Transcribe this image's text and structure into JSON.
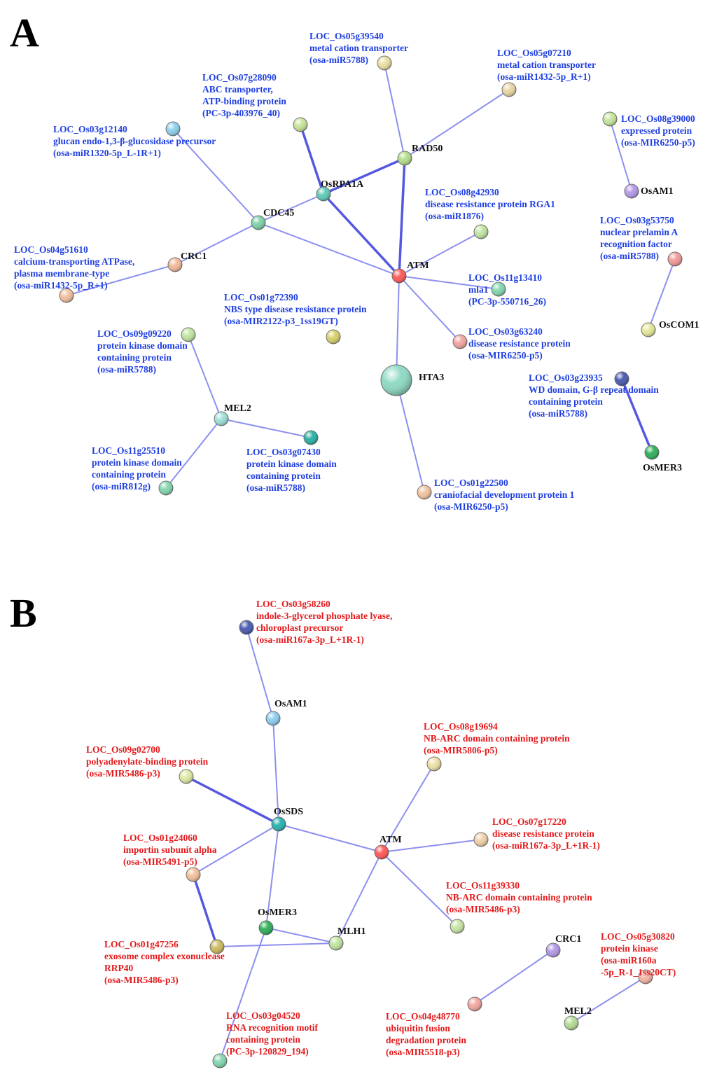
{
  "panels": [
    {
      "letter": "A",
      "annotation_color": "#1f3fe0"
    },
    {
      "letter": "B",
      "annotation_color": "#e31a1c"
    }
  ],
  "network_a": {
    "nodes": [
      {
        "id": "a_rad50",
        "label": "RAD50",
        "color": "#b4dc8c"
      },
      {
        "id": "a_osrpa1a",
        "label": "OsRPA1A",
        "color": "#5fc9b6"
      },
      {
        "id": "a_cdc45",
        "label": "CDC45",
        "color": "#7fd1a8"
      },
      {
        "id": "a_crc1",
        "label": "CRC1",
        "color": "#f2b99a"
      },
      {
        "id": "a_atm",
        "label": "ATM",
        "color": "#ff5a5a"
      },
      {
        "id": "a_hta3",
        "label": "HTA3",
        "color": "#8fdac4"
      },
      {
        "id": "a_mel2",
        "label": "MEL2",
        "color": "#9fe0d8"
      },
      {
        "id": "a_osam1",
        "label": "OsAM1",
        "color": "#b49ae6"
      },
      {
        "id": "a_oscom1",
        "label": "OsCOM1",
        "color": "#e4e89a"
      },
      {
        "id": "a_osmer3",
        "label": "OsMER3",
        "color": "#2fb05a"
      },
      {
        "id": "a_os05g39540",
        "label": "",
        "color": "#eadfa2",
        "annotation": [
          "LOC_Os05g39540",
          "metal cation transporter",
          "(osa-miR5788)"
        ]
      },
      {
        "id": "a_os05g07210",
        "label": "",
        "color": "#e8d6a4",
        "annotation": [
          "LOC_Os05g07210",
          "metal cation transporter",
          "(osa-miR1432-5p_R+1)"
        ]
      },
      {
        "id": "a_os07g28090",
        "label": "",
        "color": "#c8e29a",
        "annotation": [
          "LOC_Os07g28090",
          "ABC transporter,",
          "ATP-binding protein",
          "(PC-3p-403976_40)"
        ]
      },
      {
        "id": "a_os03g12140",
        "label": "",
        "color": "#8ed0ec",
        "annotation": [
          "LOC_Os03g12140",
          "glucan endo-1,3-β-glucosidase precursor",
          "(osa-miR1320-5p_L-1R+1)"
        ]
      },
      {
        "id": "a_os04g51610",
        "label": "",
        "color": "#f2c0a0",
        "annotation": [
          "LOC_Os04g51610",
          "calcium-transporting ATPase,",
          "plasma membrane-type",
          "(osa-miR1432-5p_R+1)"
        ]
      },
      {
        "id": "a_os08g42930",
        "label": "",
        "color": "#c0e4a0",
        "annotation": [
          "LOC_Os08g42930",
          "disease resistance protein RGA1",
          "(osa-miR1876)"
        ]
      },
      {
        "id": "a_os11g13410",
        "label": "",
        "color": "#84d6ae",
        "annotation": [
          "LOC_Os11g13410",
          "mla1",
          "(PC-3p-550716_26)"
        ]
      },
      {
        "id": "a_os01g72390",
        "label": "",
        "color": "#d6d06a",
        "annotation": [
          "LOC_Os01g72390",
          "NBS type disease resistance protein",
          "(osa-MIR2122-p3_1ss19GT)"
        ]
      },
      {
        "id": "a_os03g63240",
        "label": "",
        "color": "#f2a6a0",
        "annotation": [
          "LOC_Os03g63240",
          "disease resistance protein",
          "(osa-MIR6250-p5)"
        ]
      },
      {
        "id": "a_os09g09220",
        "label": "",
        "color": "#c0e4a0",
        "annotation": [
          "LOC_Os09g09220",
          "protein kinase domain",
          "containing protein",
          "(osa-miR5788)"
        ]
      },
      {
        "id": "a_os11g25510",
        "label": "",
        "color": "#84d6ae",
        "annotation": [
          "LOC_Os11g25510",
          "protein kinase domain",
          "containing protein",
          "(osa-miR812g)"
        ]
      },
      {
        "id": "a_os03g07430",
        "label": "",
        "color": "#2ab2a6",
        "annotation": [
          "LOC_Os03g07430",
          "protein kinase domain",
          "containing protein",
          "(osa-miR5788)"
        ]
      },
      {
        "id": "a_os01g22500",
        "label": "",
        "color": "#f2c4a0",
        "annotation": [
          "LOC_Os01g22500",
          "craniofacial development protein 1",
          "(osa-MIR6250-p5)"
        ]
      },
      {
        "id": "a_os08g39000",
        "label": "",
        "color": "#c8e49e",
        "annotation": [
          "LOC_Os08g39000",
          "expressed protein",
          "(osa-MIR6250-p5)"
        ]
      },
      {
        "id": "a_os03g53750",
        "label": "",
        "color": "#f29a9a",
        "annotation": [
          "LOC_Os03g53750",
          "nuclear prelamin A",
          "recognition factor",
          "(osa-miR5788)"
        ]
      },
      {
        "id": "a_os03g23935",
        "label": "",
        "color": "#4a5cb0",
        "annotation": [
          "LOC_Os03g23935",
          "WD domain, G-β repeat domain",
          "containing protein",
          "(osa-miR5788)"
        ]
      }
    ],
    "edges": [
      [
        "a_os05g39540",
        "a_rad50",
        "normal"
      ],
      [
        "a_os05g07210",
        "a_rad50",
        "normal"
      ],
      [
        "a_rad50",
        "a_osrpa1a",
        "strong"
      ],
      [
        "a_rad50",
        "a_atm",
        "strong"
      ],
      [
        "a_os07g28090",
        "a_osrpa1a",
        "strong"
      ],
      [
        "a_osrpa1a",
        "a_cdc45",
        "normal"
      ],
      [
        "a_osrpa1a",
        "a_atm",
        "strong"
      ],
      [
        "a_os03g12140",
        "a_cdc45",
        "normal"
      ],
      [
        "a_cdc45",
        "a_crc1",
        "normal"
      ],
      [
        "a_cdc45",
        "a_atm",
        "normal"
      ],
      [
        "a_crc1",
        "a_os04g51610",
        "normal"
      ],
      [
        "a_atm",
        "a_os08g42930",
        "normal"
      ],
      [
        "a_atm",
        "a_os11g13410",
        "normal"
      ],
      [
        "a_atm",
        "a_os03g63240",
        "normal"
      ],
      [
        "a_atm",
        "a_hta3",
        "normal"
      ],
      [
        "a_hta3",
        "a_os01g22500",
        "normal"
      ],
      [
        "a_os09g09220",
        "a_mel2",
        "normal"
      ],
      [
        "a_mel2",
        "a_os11g25510",
        "normal"
      ],
      [
        "a_mel2",
        "a_os03g07430",
        "normal"
      ],
      [
        "a_os08g39000",
        "a_osam1",
        "normal"
      ],
      [
        "a_os03g53750",
        "a_oscom1",
        "normal"
      ],
      [
        "a_os03g23935",
        "a_osmer3",
        "strong"
      ]
    ]
  },
  "network_b": {
    "nodes": [
      {
        "id": "b_osam1",
        "label": "OsAM1",
        "color": "#8ccdf0"
      },
      {
        "id": "b_ossds",
        "label": "OsSDS",
        "color": "#28b3b0"
      },
      {
        "id": "b_atm",
        "label": "ATM",
        "color": "#ff5a5a"
      },
      {
        "id": "b_osmer3",
        "label": "OsMER3",
        "color": "#2fb05a"
      },
      {
        "id": "b_mlh1",
        "label": "MLH1",
        "color": "#c0e4a0"
      },
      {
        "id": "b_crc1",
        "label": "CRC1",
        "color": "#b49ae6"
      },
      {
        "id": "b_mel2",
        "label": "MEL2",
        "color": "#b4dc94"
      },
      {
        "id": "b_os03g58260",
        "label": "",
        "color": "#4a5cb0",
        "annotation": [
          "LOC_Os03g58260",
          "indole-3-glycerol phosphate lyase,",
          "chloroplast precursor",
          "(osa-miR167a-3p_L+1R-1)"
        ]
      },
      {
        "id": "b_os09g02700",
        "label": "",
        "color": "#dfe9a4",
        "annotation": [
          "LOC_Os09g02700",
          "polyadenylate-binding protein",
          "(osa-MIR5486-p3)"
        ]
      },
      {
        "id": "b_os08g19694",
        "label": "",
        "color": "#ece0a6",
        "annotation": [
          "LOC_Os08g19694",
          "NB-ARC domain containing protein",
          "(osa-MIR5806-p5)"
        ]
      },
      {
        "id": "b_os07g17220",
        "label": "",
        "color": "#efd0a8",
        "annotation": [
          "LOC_Os07g17220",
          "disease resistance protein",
          "(osa-miR167a-3p_L+1R-1)"
        ]
      },
      {
        "id": "b_os01g24060",
        "label": "",
        "color": "#f2c09a",
        "annotation": [
          "LOC_Os01g24060",
          "importin subunit alpha",
          "(osa-MIR5491-p5)"
        ]
      },
      {
        "id": "b_os11g39330",
        "label": "",
        "color": "#c8e4a4",
        "annotation": [
          "LOC_Os11g39330",
          "NB-ARC domain containing protein",
          "(osa-MIR5486-p3)"
        ]
      },
      {
        "id": "b_os01g47256",
        "label": "",
        "color": "#cdbb60",
        "annotation": [
          "LOC_Os01g47256",
          "exosome complex exonuclease",
          "RRP40",
          "(osa-MIR5486-p3)"
        ]
      },
      {
        "id": "b_os03g04520",
        "label": "",
        "color": "#84d6b0",
        "annotation": [
          "LOC_Os03g04520",
          "RNA recognition motif",
          "containing protein",
          "(PC-3p-120829_194)"
        ]
      },
      {
        "id": "b_os04g48770",
        "label": "",
        "color": "#f2a6a0",
        "annotation": [
          "LOC_Os04g48770",
          "ubiquitin fusion",
          "degradation protein",
          "(osa-MIR5518-p3)"
        ]
      },
      {
        "id": "b_os05g30820",
        "label": "",
        "color": "#f2b4a4",
        "annotation": [
          "LOC_Os05g30820",
          "protein kinase",
          "(osa-miR160a",
          "-5p_R-1_1ss20CT)"
        ]
      }
    ],
    "edges": [
      [
        "b_os03g58260",
        "b_osam1",
        "normal"
      ],
      [
        "b_osam1",
        "b_ossds",
        "normal"
      ],
      [
        "b_os09g02700",
        "b_ossds",
        "strong"
      ],
      [
        "b_ossds",
        "b_atm",
        "normal"
      ],
      [
        "b_ossds",
        "b_os01g24060",
        "normal"
      ],
      [
        "b_ossds",
        "b_osmer3",
        "normal"
      ],
      [
        "b_os01g24060",
        "b_os01g47256",
        "strong"
      ],
      [
        "b_os01g47256",
        "b_mlh1",
        "normal"
      ],
      [
        "b_osmer3",
        "b_mlh1",
        "normal"
      ],
      [
        "b_osmer3",
        "b_os03g04520",
        "normal"
      ],
      [
        "b_atm",
        "b_os08g19694",
        "normal"
      ],
      [
        "b_atm",
        "b_os07g17220",
        "normal"
      ],
      [
        "b_atm",
        "b_os11g39330",
        "normal"
      ],
      [
        "b_atm",
        "b_mlh1",
        "normal"
      ],
      [
        "b_crc1",
        "b_os04g48770",
        "normal"
      ],
      [
        "b_mel2",
        "b_os05g30820",
        "normal"
      ]
    ]
  }
}
